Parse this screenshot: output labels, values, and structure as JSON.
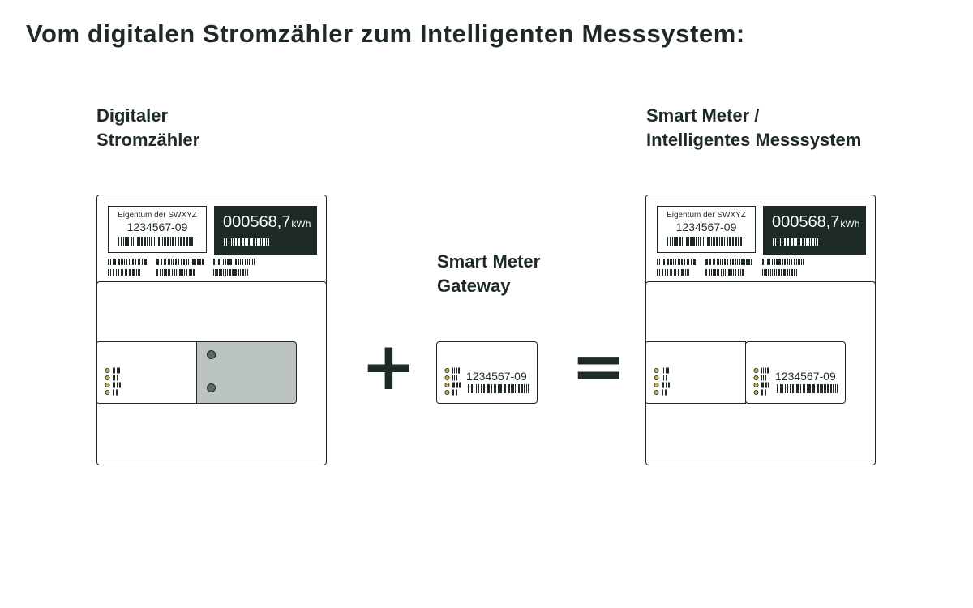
{
  "page_title": "Vom digitalen Stromzähler zum Intelligenten Messsystem:",
  "labels": {
    "digital_meter": [
      "Digitaler",
      "Stromzähler"
    ],
    "gateway": [
      "Smart Meter",
      "Gateway"
    ],
    "smart_meter": [
      "Smart Meter /",
      "Intelligentes Messsystem"
    ]
  },
  "meter": {
    "owner_text": "Eigentum der SWXYZ",
    "serial_number": "1234567-09",
    "reading": "000568,7",
    "unit": "kWh"
  },
  "gateway": {
    "serial_number": "1234567-09"
  },
  "operators": {
    "plus": "+",
    "equals": "="
  },
  "colors": {
    "ink": "#1d2a26",
    "display_bg": "#1d2a26",
    "slot_fill": "#bcc4bf",
    "led": "#c8b04a"
  },
  "icons": [
    "led-indicator-icon",
    "barcode-icon",
    "screw-icon"
  ]
}
